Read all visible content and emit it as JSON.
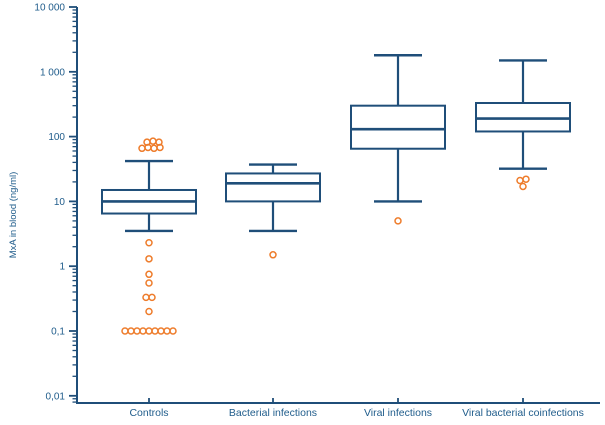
{
  "figure": {
    "title": "",
    "background": "#ffffff"
  },
  "chart_data": {
    "type": "boxplot",
    "title": "",
    "xlabel": "",
    "ylabel": "MxA in blood (ng/ml)",
    "y_scale": "log",
    "ylim": [
      0.01,
      10000
    ],
    "grid": false,
    "legend": "none",
    "y_ticks": [
      {
        "label": "10 000",
        "value": 10000
      },
      {
        "label": "1 000",
        "value": 1000
      },
      {
        "label": "100",
        "value": 100
      },
      {
        "label": "10",
        "value": 10
      },
      {
        "label": "1",
        "value": 1
      },
      {
        "label": "0,1",
        "value": 0.1
      },
      {
        "label": "0,01",
        "value": 0.01
      }
    ],
    "categories": [
      "Controls",
      "Bacterial infections",
      "Viral infections",
      "Viral bacterial coinfections"
    ],
    "boxes": [
      {
        "category": "Controls",
        "whisker_low": 3.5,
        "q1": 6.5,
        "median": 10,
        "q3": 15,
        "whisker_high": 42,
        "outliers": [
          {
            "v": 82,
            "dx": -2
          },
          {
            "v": 85,
            "dx": 4
          },
          {
            "v": 82,
            "dx": 10
          },
          {
            "v": 66,
            "dx": -7
          },
          {
            "v": 68,
            "dx": -1
          },
          {
            "v": 66,
            "dx": 5
          },
          {
            "v": 68,
            "dx": 11
          },
          {
            "v": 2.3,
            "dx": 0
          },
          {
            "v": 1.3,
            "dx": 0
          },
          {
            "v": 0.75,
            "dx": 0
          },
          {
            "v": 0.55,
            "dx": 0
          },
          {
            "v": 0.33,
            "dx": -3
          },
          {
            "v": 0.33,
            "dx": 3
          },
          {
            "v": 0.2,
            "dx": 0
          },
          {
            "v": 0.1,
            "dx": -24
          },
          {
            "v": 0.1,
            "dx": -18
          },
          {
            "v": 0.1,
            "dx": -12
          },
          {
            "v": 0.1,
            "dx": -6
          },
          {
            "v": 0.1,
            "dx": 0
          },
          {
            "v": 0.1,
            "dx": 6
          },
          {
            "v": 0.1,
            "dx": 12
          },
          {
            "v": 0.1,
            "dx": 18
          },
          {
            "v": 0.1,
            "dx": 24
          }
        ]
      },
      {
        "category": "Bacterial infections",
        "whisker_low": 3.5,
        "q1": 10,
        "median": 19,
        "q3": 27,
        "whisker_high": 37,
        "outliers": [
          {
            "v": 1.5,
            "dx": 0
          }
        ]
      },
      {
        "category": "Viral infections",
        "whisker_low": 10,
        "q1": 65,
        "median": 130,
        "q3": 300,
        "whisker_high": 1800,
        "outliers": [
          {
            "v": 5,
            "dx": 0
          }
        ]
      },
      {
        "category": "Viral bacterial coinfections",
        "whisker_low": 32,
        "q1": 120,
        "median": 190,
        "q3": 330,
        "whisker_high": 1500,
        "outliers": [
          {
            "v": 21,
            "dx": -3
          },
          {
            "v": 22,
            "dx": 3
          },
          {
            "v": 17,
            "dx": 0
          }
        ]
      }
    ],
    "colors": {
      "line": "#1f4e79",
      "text": "#1f5c8b",
      "outlier": "#ee7c2b",
      "background": "#ffffff"
    }
  }
}
